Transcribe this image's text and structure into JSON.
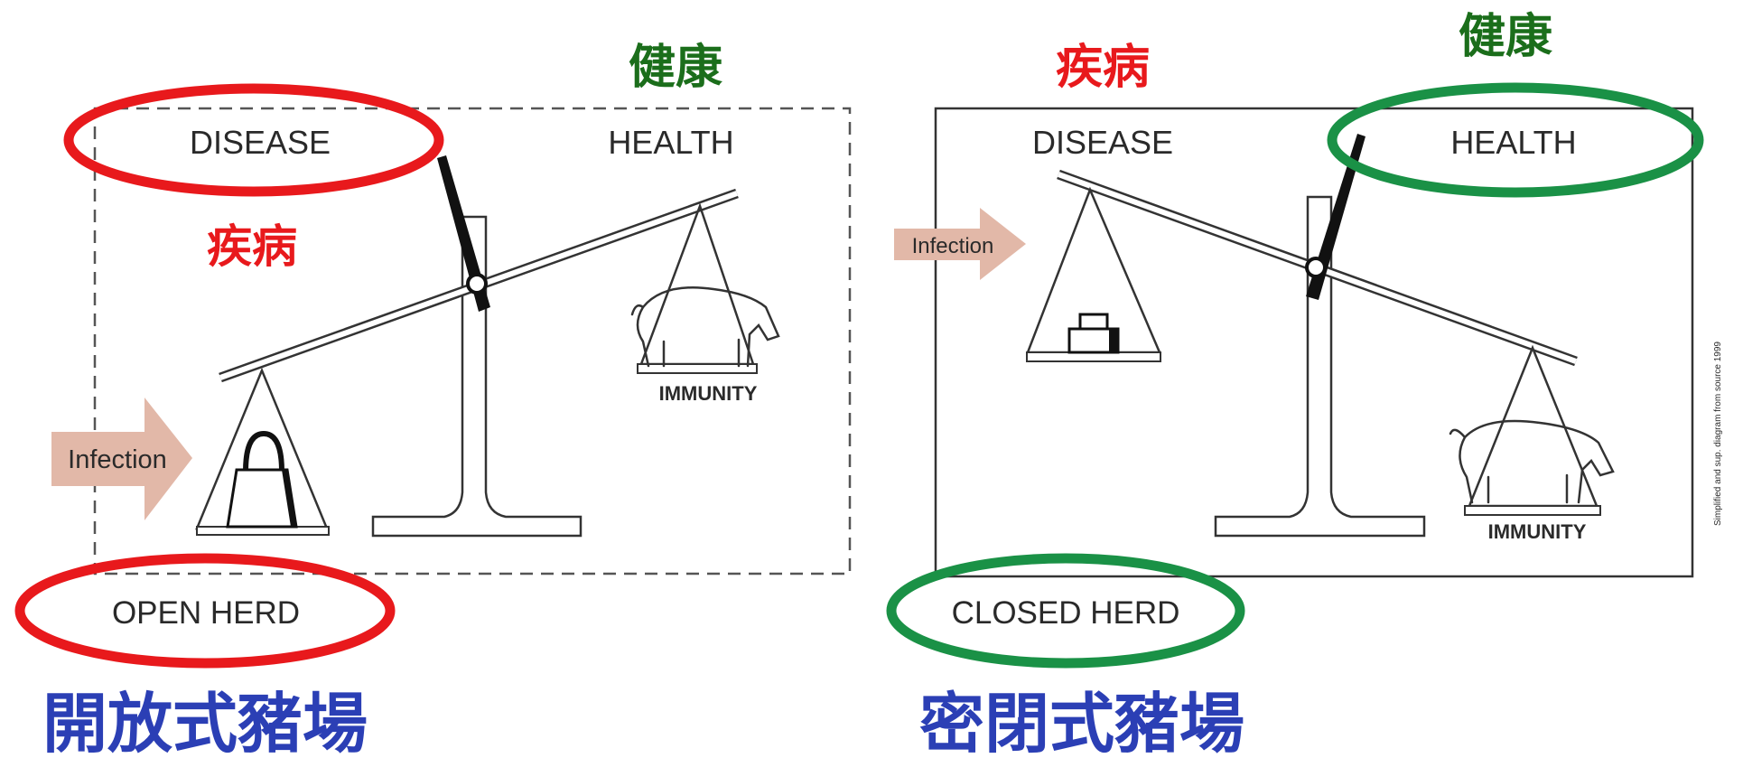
{
  "colors": {
    "disease_red": "#e8191c",
    "health_green": "#1a9146",
    "cjk_health": "#1b6e1b",
    "cjk_title_blue": "#2b3fb5",
    "arrow_fill": "#e2b8a8",
    "line": "#2a2a2a"
  },
  "open_panel": {
    "disease_label": "DISEASE",
    "health_label": "HEALTH",
    "infection_label": "Infection",
    "immunity_label": "IMMUNITY",
    "herd_label": "OPEN HERD",
    "cjk_health": "健康",
    "cjk_disease": "疾病",
    "cjk_title": "開放式豬場",
    "pointer_icon": "scale-pointer-icon",
    "weight_icon": "weight-icon",
    "animal_icon": "pig-icon"
  },
  "closed_panel": {
    "disease_label": "DISEASE",
    "health_label": "HEALTH",
    "infection_label": "Infection",
    "immunity_label": "IMMUNITY",
    "herd_label": "CLOSED HERD",
    "cjk_health": "健康",
    "cjk_disease": "疾病",
    "cjk_title": "密閉式豬場",
    "pointer_icon": "scale-pointer-icon",
    "weight_icon": "small-weight-icon",
    "animal_icon": "pig-icon"
  },
  "side_note": "Simplified and sup. diagram from source 1999"
}
